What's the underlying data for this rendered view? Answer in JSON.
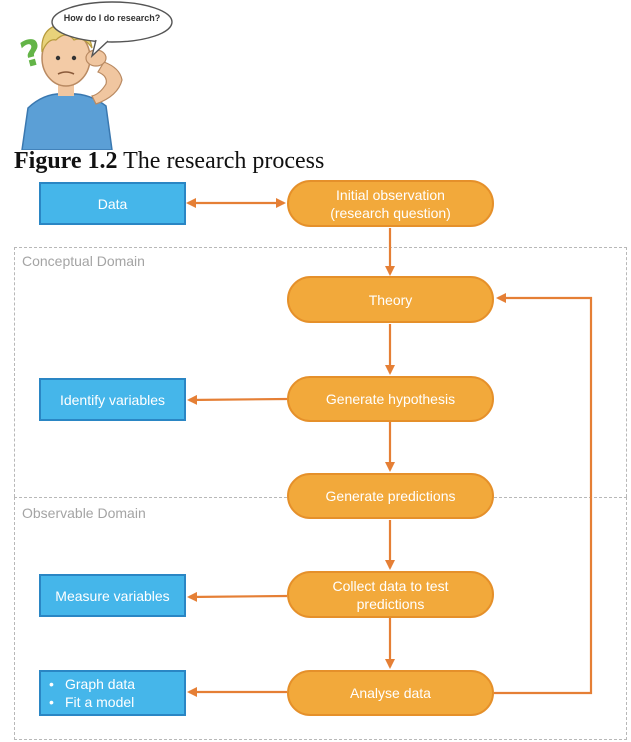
{
  "speech_bubble": "How do I do research?",
  "caption": {
    "figure_number": "Figure 1.2",
    "title": "The research process"
  },
  "domains": {
    "conceptual": "Conceptual Domain",
    "observable": "Observable Domain"
  },
  "nodes": {
    "initial_observation": {
      "line1": "Initial observation",
      "line2": "(research question)"
    },
    "theory": "Theory",
    "generate_hypothesis": "Generate hypothesis",
    "generate_predictions": "Generate predictions",
    "collect_data": {
      "line1": "Collect data to test",
      "line2": "predictions"
    },
    "analyse_data": "Analyse data"
  },
  "side_boxes": {
    "data": "Data",
    "identify_variables": "Identify variables",
    "measure_variables": "Measure variables",
    "analysis_steps": [
      "Graph data",
      "Fit a model"
    ]
  },
  "colors": {
    "process": "#f2a93b",
    "output": "#45b6ea",
    "arrow": "#e57f35",
    "domain_border": "#b8b8b8"
  }
}
